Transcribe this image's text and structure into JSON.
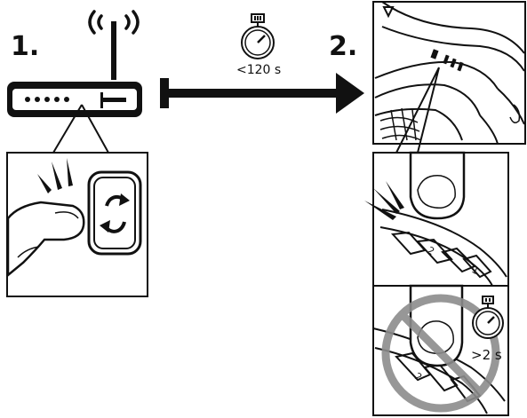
{
  "steps": {
    "step1": "1.",
    "step2": "2."
  },
  "timer": {
    "caption": "<120 s",
    "icon": "stopwatch-icon"
  },
  "detail_timer": {
    "caption": ">2 s",
    "icon": "stopwatch-icon"
  },
  "colors": {
    "ink": "#111111",
    "prohibition": "#8c8c8c",
    "panel_bg": "#ffffff"
  }
}
